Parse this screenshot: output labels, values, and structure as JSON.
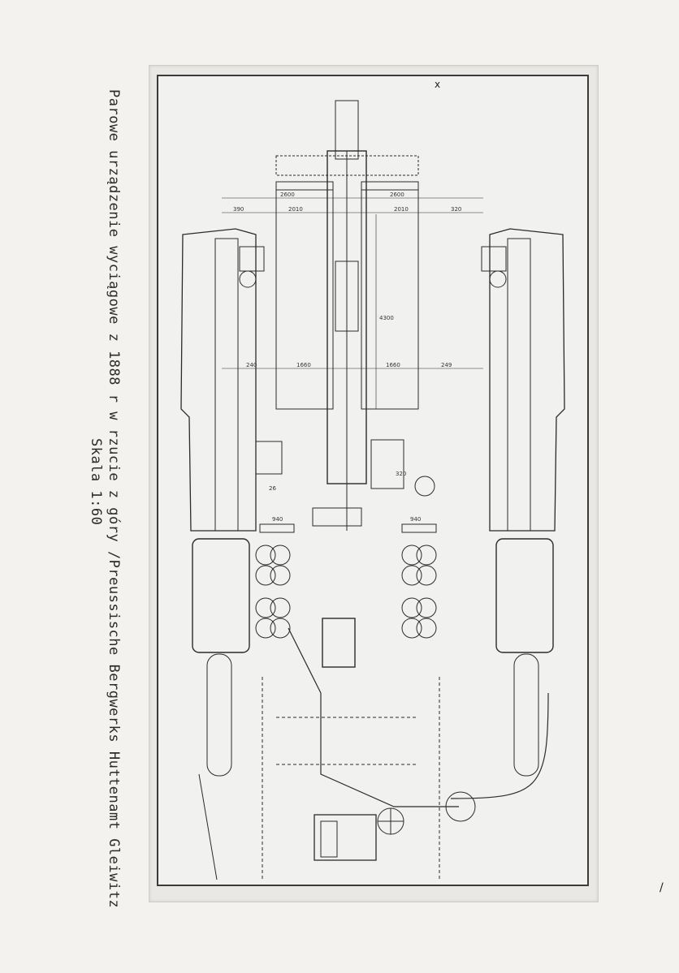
{
  "caption": {
    "line1": "Parowe urządzenie wyciągowe z 1888 r w rzucie z góry /Preussische Bergwerks Huttenamt Gleiwitz",
    "line2": "Skala 1:60"
  },
  "drawing": {
    "dimensions": {
      "top_left_width": "2600",
      "top_right_width": "2600",
      "inner_left": "2010",
      "inner_right": "2010",
      "outer_left": "390",
      "outer_right": "320",
      "mid_left": "240",
      "mid_center_left": "1660",
      "mid_center_right": "1660",
      "mid_right": "249",
      "vertical": "4300",
      "gear_left": "940",
      "gear_right": "940",
      "small_left": "26",
      "small_right": "320"
    },
    "corner_mark": "x",
    "edge_mark": "/"
  }
}
